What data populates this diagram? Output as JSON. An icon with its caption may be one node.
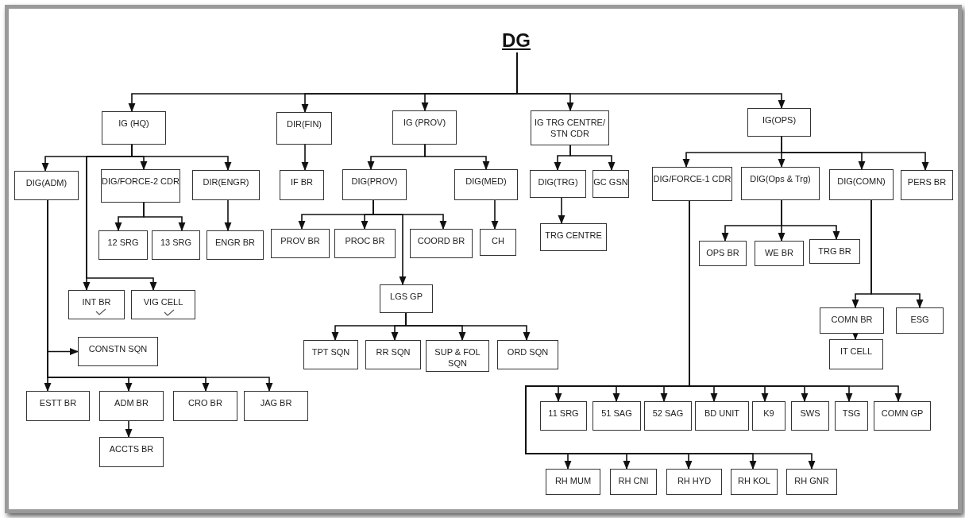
{
  "diagram": {
    "nodes": [
      {
        "text": [
          "DG"
        ]
      },
      {
        "text": [
          "IG (HQ)"
        ]
      },
      {
        "text": [
          "DIR(FIN)"
        ]
      },
      {
        "text": [
          "IG (PROV)"
        ]
      },
      {
        "text": [
          "IG TRG CENTRE/ STN CDR"
        ]
      },
      {
        "text": [
          "IG(OPS)"
        ]
      },
      {
        "text": [
          "DIG(ADM)"
        ]
      },
      {
        "text": [
          "DIG/FORCE-2 CDR"
        ]
      },
      {
        "text": [
          "DIR(ENGR)"
        ]
      },
      {
        "text": [
          "IF BR"
        ]
      },
      {
        "text": [
          "DIG(PROV)"
        ]
      },
      {
        "text": [
          "DIG(MED)"
        ]
      },
      {
        "text": [
          "DIG(TRG)"
        ]
      },
      {
        "text": [
          "GC GSN"
        ]
      },
      {
        "text": [
          "DIG/FORCE-1 CDR"
        ]
      },
      {
        "text": [
          "DIG(Ops & Trg)"
        ]
      },
      {
        "text": [
          "DIG(COMN)"
        ]
      },
      {
        "text": [
          "PERS BR"
        ]
      },
      {
        "text": [
          "12 SRG"
        ]
      },
      {
        "text": [
          "13 SRG"
        ]
      },
      {
        "text": [
          "ENGR BR"
        ]
      },
      {
        "text": [
          "PROV BR"
        ]
      },
      {
        "text": [
          "PROC BR"
        ]
      },
      {
        "text": [
          "COORD BR"
        ]
      },
      {
        "text": [
          "CH"
        ]
      },
      {
        "text": [
          "TRG CENTRE"
        ]
      },
      {
        "text": [
          "OPS BR"
        ]
      },
      {
        "text": [
          "WE BR"
        ]
      },
      {
        "text": [
          "TRG BR"
        ]
      },
      {
        "text": [
          "INT BR"
        ]
      },
      {
        "text": [
          "VIG CELL"
        ]
      },
      {
        "text": [
          "LGS GP"
        ]
      },
      {
        "text": [
          "CONSTN SQN"
        ]
      },
      {
        "text": [
          "COMN BR"
        ]
      },
      {
        "text": [
          "ESG"
        ]
      },
      {
        "text": [
          "TPT SQN"
        ]
      },
      {
        "text": [
          "RR SQN"
        ]
      },
      {
        "text": [
          "SUP & FOL SQN"
        ]
      },
      {
        "text": [
          "ORD SQN"
        ]
      },
      {
        "text": [
          "IT CELL"
        ]
      },
      {
        "text": [
          "ESTT BR"
        ]
      },
      {
        "text": [
          "ADM BR"
        ]
      },
      {
        "text": [
          "CRO BR"
        ]
      },
      {
        "text": [
          "JAG BR"
        ]
      },
      {
        "text": [
          "ACCTS BR"
        ]
      },
      {
        "text": [
          "11 SRG"
        ]
      },
      {
        "text": [
          "51 SAG"
        ]
      },
      {
        "text": [
          "52 SAG"
        ]
      },
      {
        "text": [
          "BD UNIT"
        ]
      },
      {
        "text": [
          "K9"
        ]
      },
      {
        "text": [
          "SWS"
        ]
      },
      {
        "text": [
          "TSG"
        ]
      },
      {
        "text": [
          "COMN GP"
        ]
      },
      {
        "text": [
          "RH MUM"
        ]
      },
      {
        "text": [
          "RH CNI"
        ]
      },
      {
        "text": [
          "RH HYD"
        ]
      },
      {
        "text": [
          "RH KOL"
        ]
      },
      {
        "text": [
          "RH GNR"
        ]
      }
    ],
    "edges": [
      {
        "from": 0,
        "to": 1,
        "arrow": "to"
      },
      {
        "from": 0,
        "to": 2,
        "arrow": "to"
      },
      {
        "from": 0,
        "to": 3,
        "arrow": "to"
      },
      {
        "from": 0,
        "to": 4,
        "arrow": "to"
      },
      {
        "from": 0,
        "to": 5,
        "arrow": "to"
      },
      {
        "from": 1,
        "to": 6,
        "arrow": "to"
      },
      {
        "from": 1,
        "to": 7,
        "arrow": "to"
      },
      {
        "from": 1,
        "to": 8,
        "arrow": "to"
      },
      {
        "from": 1,
        "to": 29,
        "arrow": "to"
      },
      {
        "from": 1,
        "to": 30,
        "arrow": "to"
      },
      {
        "from": 2,
        "to": 9,
        "arrow": "to"
      },
      {
        "from": 3,
        "to": 10,
        "arrow": "to"
      },
      {
        "from": 3,
        "to": 11,
        "arrow": "to"
      },
      {
        "from": 4,
        "to": 12,
        "arrow": "to"
      },
      {
        "from": 4,
        "to": 13,
        "arrow": "to"
      },
      {
        "from": 5,
        "to": 14,
        "arrow": "to"
      },
      {
        "from": 5,
        "to": 15,
        "arrow": "to"
      },
      {
        "from": 5,
        "to": 16,
        "arrow": "to"
      },
      {
        "from": 5,
        "to": 17,
        "arrow": "to"
      },
      {
        "from": 6,
        "to": 32,
        "arrow": "to"
      },
      {
        "from": 6,
        "to": 40,
        "arrow": "to"
      },
      {
        "from": 6,
        "to": 41,
        "arrow": "to"
      },
      {
        "from": 6,
        "to": 42,
        "arrow": "to"
      },
      {
        "from": 6,
        "to": 43,
        "arrow": "to"
      },
      {
        "from": 7,
        "to": 18,
        "arrow": "to"
      },
      {
        "from": 7,
        "to": 19,
        "arrow": "to"
      },
      {
        "from": 8,
        "to": 20,
        "arrow": "to"
      },
      {
        "from": 10,
        "to": 21,
        "arrow": "to"
      },
      {
        "from": 10,
        "to": 22,
        "arrow": "to"
      },
      {
        "from": 10,
        "to": 23,
        "arrow": "to"
      },
      {
        "from": 10,
        "to": 31,
        "arrow": "to"
      },
      {
        "from": 11,
        "to": 24,
        "arrow": "to"
      },
      {
        "from": 12,
        "to": 25,
        "arrow": "to"
      },
      {
        "from": 15,
        "to": 26,
        "arrow": "to"
      },
      {
        "from": 15,
        "to": 27,
        "arrow": "to"
      },
      {
        "from": 15,
        "to": 28,
        "arrow": "to"
      },
      {
        "from": 16,
        "to": 33,
        "arrow": "to"
      },
      {
        "from": 16,
        "to": 34,
        "arrow": "to"
      },
      {
        "from": 33,
        "to": 39,
        "arrow": "to"
      },
      {
        "from": 31,
        "to": 35,
        "arrow": "to"
      },
      {
        "from": 31,
        "to": 36,
        "arrow": "to"
      },
      {
        "from": 31,
        "to": 37,
        "arrow": "to"
      },
      {
        "from": 31,
        "to": 38,
        "arrow": "to"
      },
      {
        "from": 41,
        "to": 44,
        "arrow": "to"
      },
      {
        "from": 14,
        "to": 45,
        "arrow": "to"
      },
      {
        "from": 14,
        "to": 46,
        "arrow": "to"
      },
      {
        "from": 14,
        "to": 47,
        "arrow": "to"
      },
      {
        "from": 14,
        "to": 48,
        "arrow": "to"
      },
      {
        "from": 14,
        "to": 49,
        "arrow": "to"
      },
      {
        "from": 14,
        "to": 50,
        "arrow": "to"
      },
      {
        "from": 14,
        "to": 51,
        "arrow": "to"
      },
      {
        "from": 14,
        "to": 52,
        "arrow": "to"
      },
      {
        "from": 14,
        "to": 53,
        "arrow": "to"
      },
      {
        "from": 14,
        "to": 54,
        "arrow": "to"
      },
      {
        "from": 14,
        "to": 55,
        "arrow": "to"
      },
      {
        "from": 14,
        "to": 56,
        "arrow": "to"
      },
      {
        "from": 14,
        "to": 57,
        "arrow": "to"
      }
    ]
  }
}
